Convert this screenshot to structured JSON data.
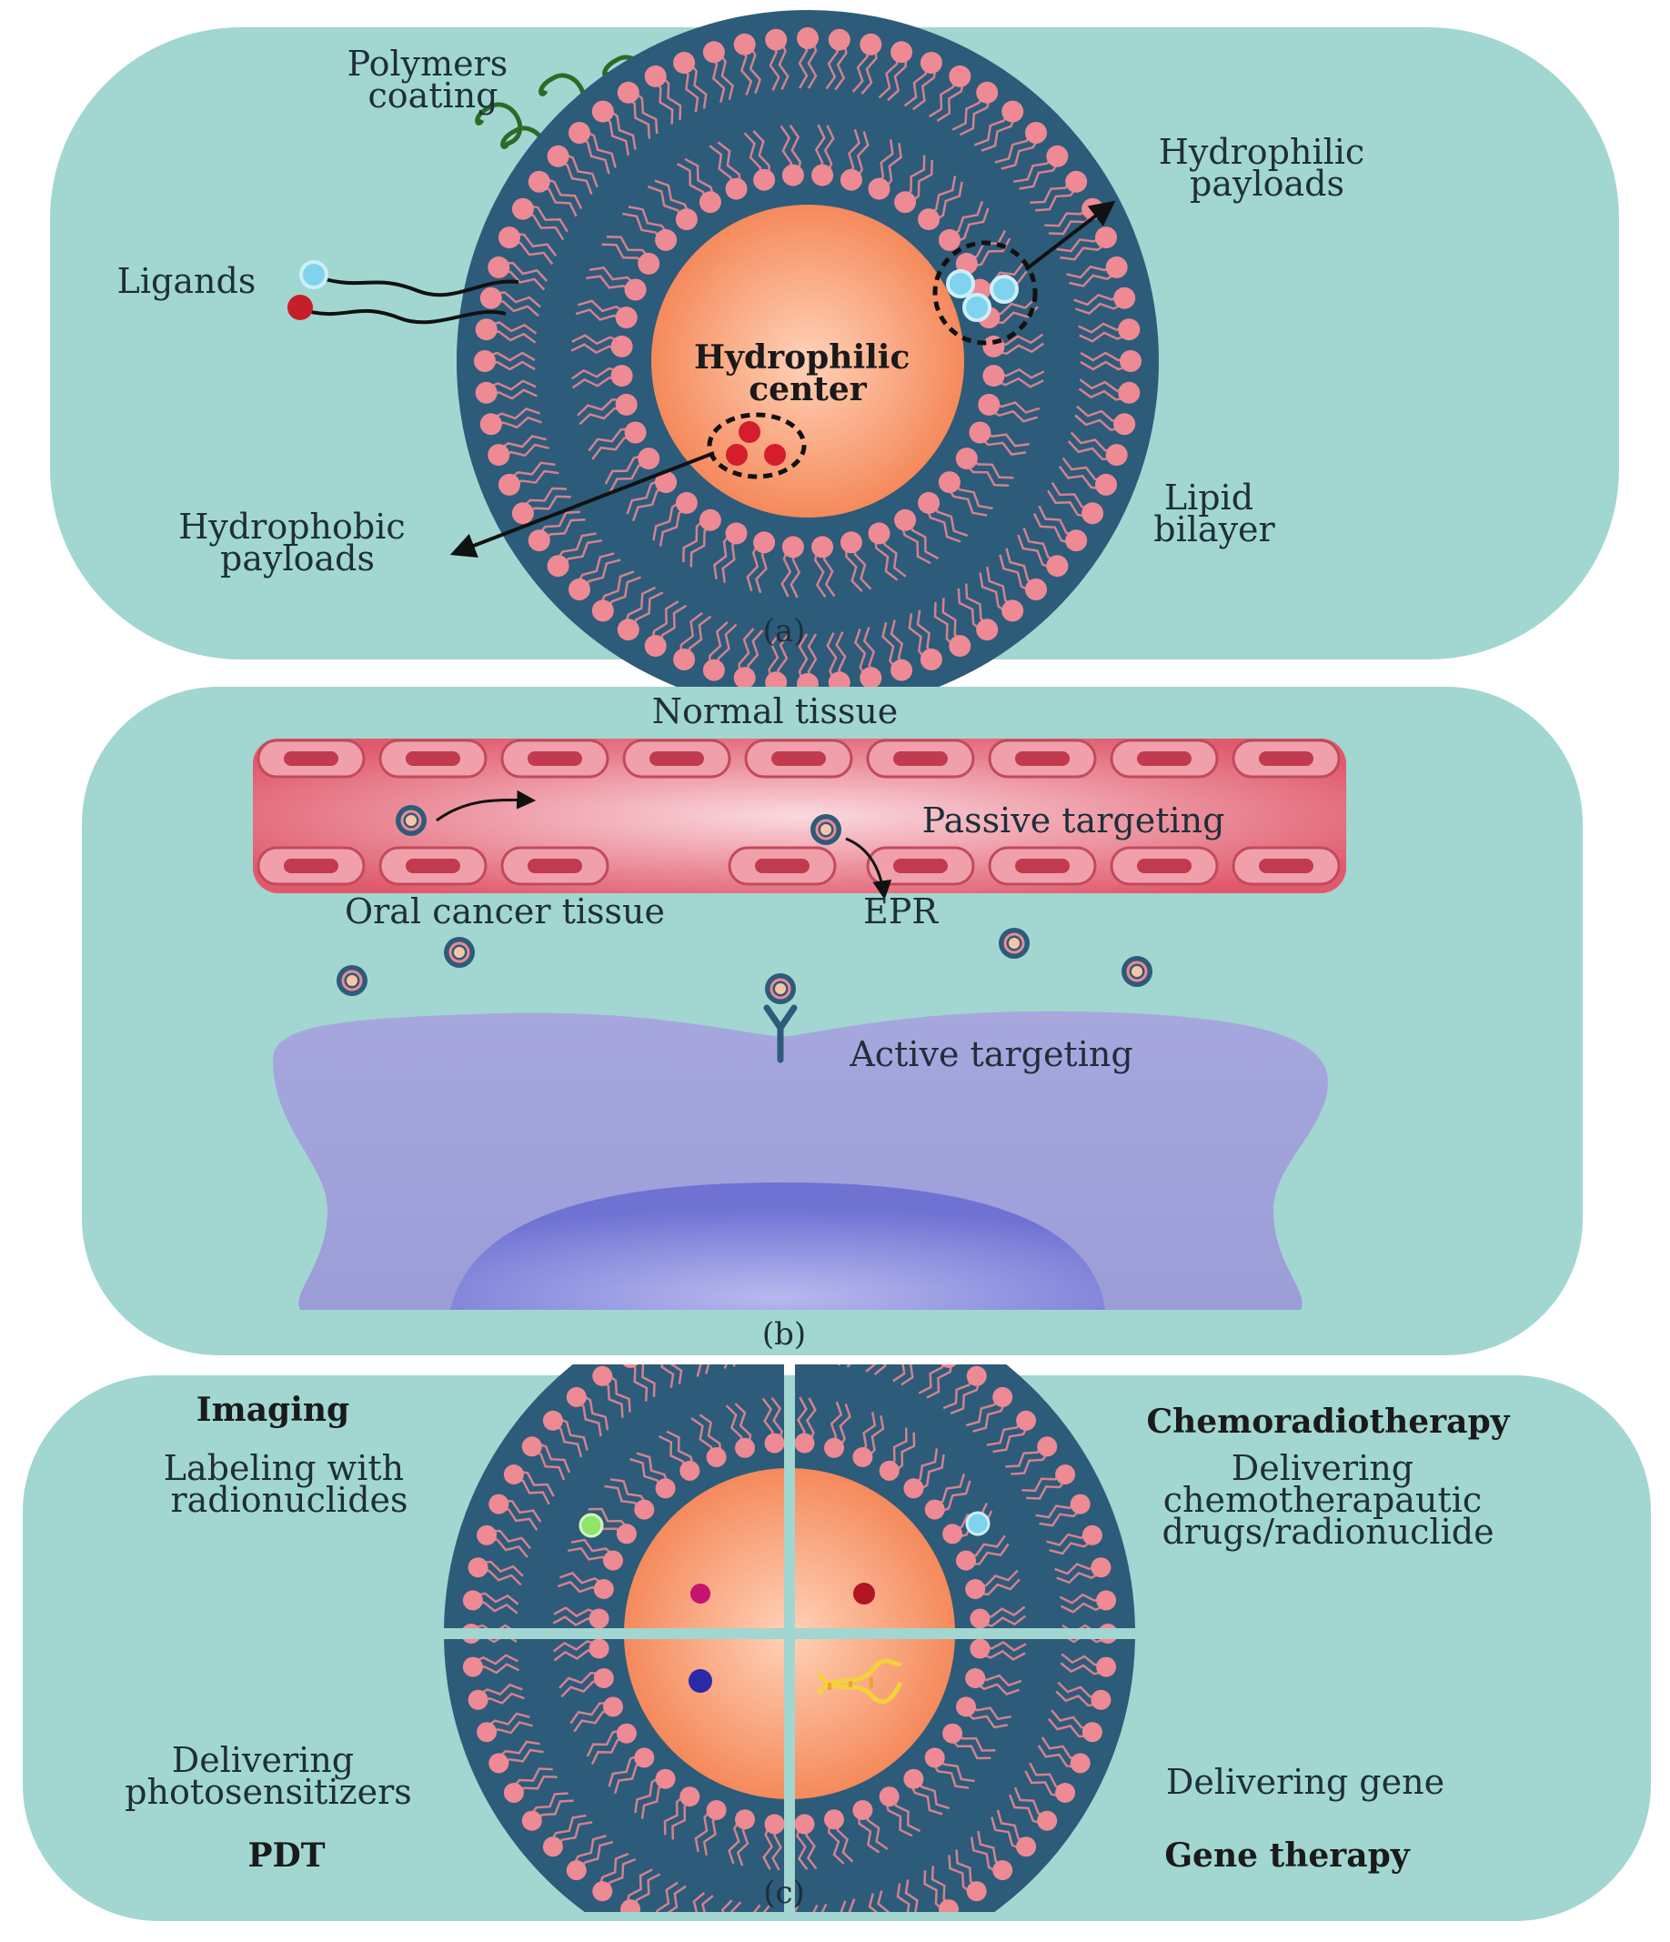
{
  "colors": {
    "panel_bg": "#a2d6d1",
    "membrane": "#2d5b7a",
    "lipid_head": "#ee8a93",
    "core_inner": "#ffd2b8",
    "core_outer": "#f58a5c",
    "hydrophilic_payload": "#7fd3ee",
    "hydrophobic_payload": "#d41e2c",
    "vessel": "#e26a7a",
    "cell": "#a0a0d8",
    "nucleus": "#7d7fd6",
    "polymer": "#2f6a25"
  },
  "panel_a": {
    "polymers_coating": [
      "Polymers",
      "coating"
    ],
    "hydrophilic_payloads": [
      "Hydrophilic",
      "payloads"
    ],
    "ligands": "Ligands",
    "hydrophilic_center": [
      "Hydrophilic",
      "center"
    ],
    "hydrophobic_payloads": [
      "Hydrophobic",
      "payloads"
    ],
    "lipid_bilayer": [
      "Lipid",
      "bilayer"
    ],
    "caption": "(a)"
  },
  "panel_b": {
    "normal_tissue": "Normal tissue",
    "passive_targeting": "Passive targeting",
    "oral_cancer_tissue": "Oral cancer tissue",
    "epr": "EPR",
    "active_targeting": "Active targeting",
    "caption": "(b)"
  },
  "panel_c": {
    "imaging": "Imaging",
    "labeling": [
      "Labeling with",
      "radionuclides"
    ],
    "chemoradiotherapy": "Chemoradiotherapy",
    "delivering_chemo": [
      "Delivering",
      "chemotherapautic",
      "drugs/radionuclide"
    ],
    "delivering_photosensitizers": [
      "Delivering",
      "photosensitizers"
    ],
    "pdt": "PDT",
    "delivering_gene": "Delivering gene",
    "gene_therapy": "Gene therapy",
    "caption": "(c)"
  }
}
